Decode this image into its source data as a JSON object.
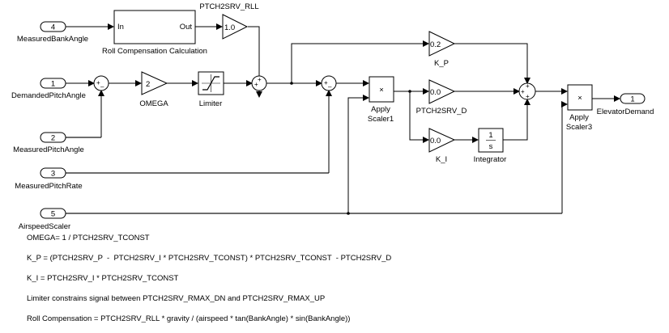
{
  "inports": [
    {
      "num": "4",
      "name": "MeasuredBankAngle"
    },
    {
      "num": "1",
      "name": "DemandedPitchAngle"
    },
    {
      "num": "2",
      "name": "MeasuredPitchAngle"
    },
    {
      "num": "3",
      "name": "MeasuredPitchRate"
    },
    {
      "num": "5",
      "name": "AirspeedScaler"
    }
  ],
  "outport": {
    "num": "1",
    "name": "ElevatorDemand"
  },
  "subsystem": {
    "name": "Roll Compensation Calculation",
    "in_label": "In",
    "out_label": "Out"
  },
  "gains": {
    "rll": {
      "value": "1.0",
      "name": "PTCH2SRV_RLL"
    },
    "omega": {
      "value": "2",
      "name": "OMEGA"
    },
    "kp": {
      "value": "0.2",
      "name": "K_P"
    },
    "d": {
      "value": "0.0",
      "name": "PTCH2SRV_D"
    },
    "ki": {
      "value": "0.0",
      "name": "K_I"
    }
  },
  "limiter": {
    "name": "Limiter"
  },
  "integrator": {
    "name": "Integrator",
    "num": "1",
    "den": "s"
  },
  "products": [
    {
      "symbol": "×",
      "name_line1": "Apply",
      "name_line2": "Scaler1"
    },
    {
      "symbol": "×",
      "name_line1": "Apply",
      "name_line2": "Scaler3"
    }
  ],
  "sums": {
    "sum1": {
      "signs": [
        "+",
        "–"
      ]
    },
    "sum2": {
      "signs": [
        "+",
        "+"
      ]
    },
    "sum3": {
      "signs": [
        "+",
        "–"
      ]
    },
    "sum4": {
      "signs": [
        "+",
        "+",
        "+"
      ]
    }
  },
  "annotations": [
    "OMEGA= 1 / PTCH2SRV_TCONST",
    "K_P = (PTCH2SRV_P  -  PTCH2SRV_I * PTCH2SRV_TCONST) * PTCH2SRV_TCONST  - PTCH2SRV_D",
    "K_I = PTCH2SRV_I * PTCH2SRV_TCONST",
    "Limiter constrains signal between PTCH2SRV_RMAX_DN and PTCH2SRV_RMAX_UP",
    "Roll Compensation = PTCH2SRV_RLL * gravity / (airspeed * tan(BankAngle) * sin(BankAngle))"
  ]
}
